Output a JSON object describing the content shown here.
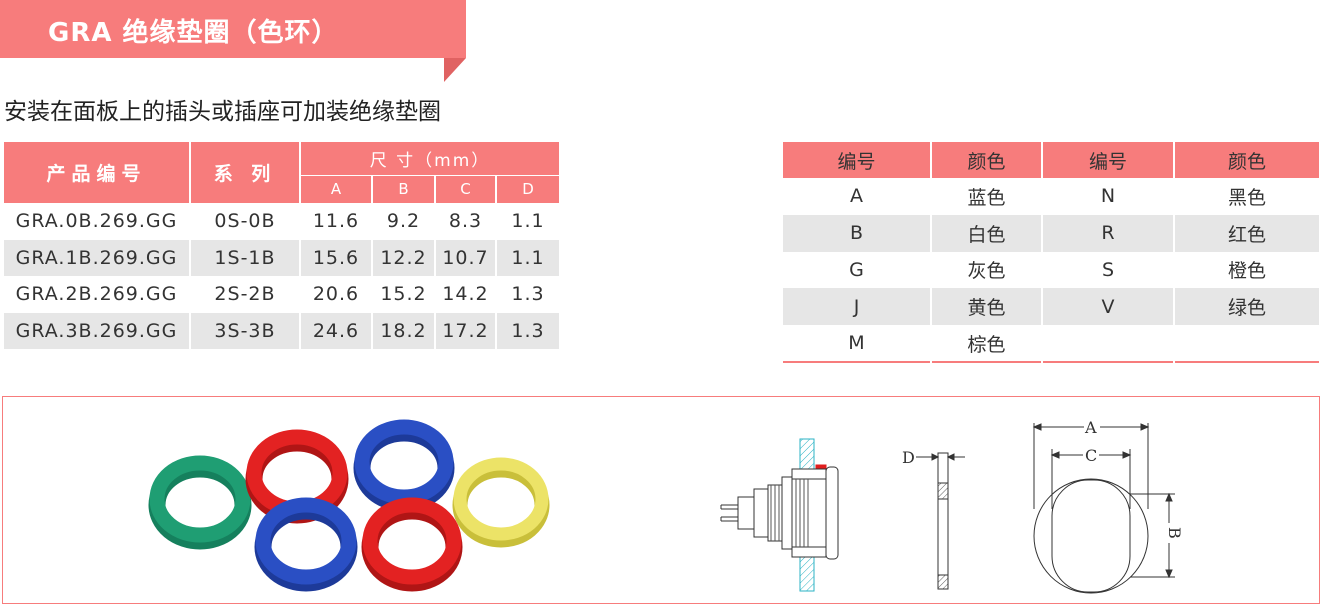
{
  "header": {
    "title": "GRA  绝缘垫圈（色环）",
    "subtitle": "安装在面板上的插头或插座可加装绝缘垫圈"
  },
  "size_table": {
    "col_part": "产品编号",
    "col_series": "系 列",
    "col_dims": "尺 寸（mm）",
    "dim_labels": [
      "A",
      "B",
      "C",
      "D"
    ],
    "rows": [
      {
        "part": "GRA.0B.269.GG",
        "series": "0S-0B",
        "a": "11.6",
        "b": "9.2",
        "c": "8.3",
        "d": "1.1"
      },
      {
        "part": "GRA.1B.269.GG",
        "series": "1S-1B",
        "a": "15.6",
        "b": "12.2",
        "c": "10.7",
        "d": "1.1"
      },
      {
        "part": "GRA.2B.269.GG",
        "series": "2S-2B",
        "a": "20.6",
        "b": "15.2",
        "c": "14.2",
        "d": "1.3"
      },
      {
        "part": "GRA.3B.269.GG",
        "series": "3S-3B",
        "a": "24.6",
        "b": "18.2",
        "c": "17.2",
        "d": "1.3"
      }
    ]
  },
  "color_table": {
    "headers": [
      "编号",
      "颜色",
      "编号",
      "颜色"
    ],
    "rows": [
      {
        "code1": "A",
        "color1": "蓝色",
        "code2": "N",
        "color2": "黑色"
      },
      {
        "code1": "B",
        "color1": "白色",
        "code2": "R",
        "color2": "红色"
      },
      {
        "code1": "G",
        "color1": "灰色",
        "code2": "S",
        "color2": "橙色"
      },
      {
        "code1": "J",
        "color1": "黄色",
        "code2": "V",
        "color2": "绿色"
      },
      {
        "code1": "M",
        "color1": "棕色",
        "code2": "",
        "color2": ""
      }
    ]
  },
  "drawing_labels": {
    "a": "A",
    "b": "B",
    "c": "C",
    "d": "D"
  },
  "colors": {
    "accent": "#f77c7c",
    "accent_dark": "#e06262",
    "row_alt": "#e6e6e6",
    "ring_green": "#1f9e73",
    "ring_red": "#e32222",
    "ring_blue": "#2a4fc4",
    "ring_yellow": "#e8df58"
  }
}
